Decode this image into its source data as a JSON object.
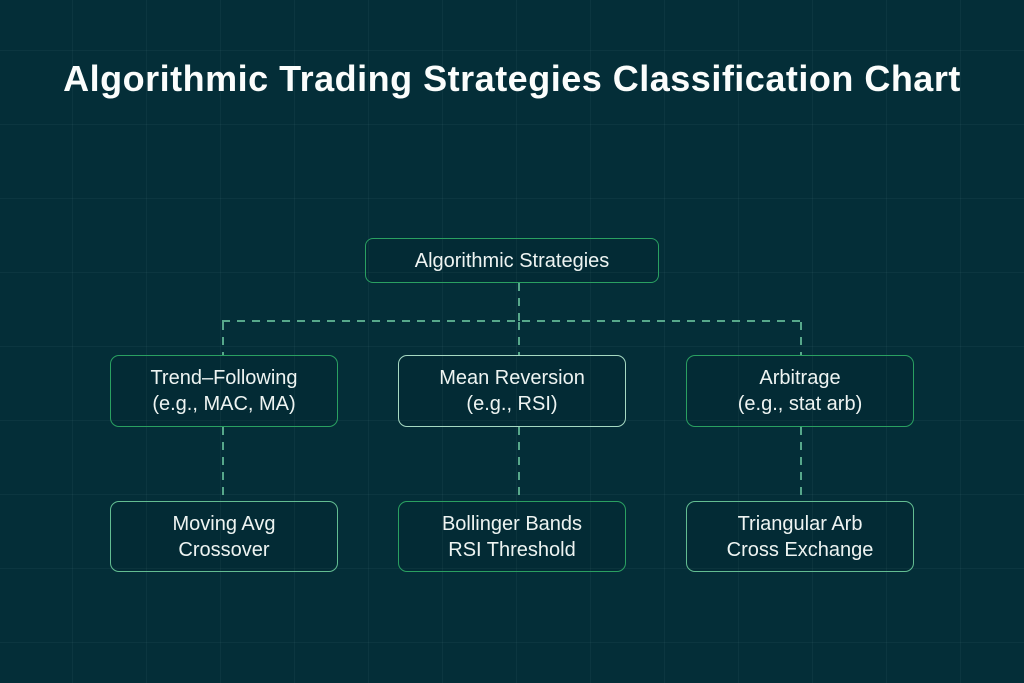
{
  "theme": {
    "background": "#042e38",
    "grid_line": "rgba(150, 200, 200, 0.055)",
    "title_text": "#fbfdfc",
    "text": "#eef4f2",
    "connector": "#57a88b",
    "border_green": "#2aa061"
  },
  "title": {
    "line1": "Algorithmic Trading Strategies",
    "line2": "Classification Chart"
  },
  "chart": {
    "root": {
      "label": "Algorithmic Strategies",
      "border_color": "#2aa061"
    },
    "level2": [
      {
        "line1": "Trend–Following",
        "line2": "(e.g., MAC, MA)",
        "border_color": "#2aa061"
      },
      {
        "line1": "Mean Reversion",
        "line2": "(e.g., RSI)",
        "border_color": "#a6d9c2"
      },
      {
        "line1": "Arbitrage",
        "line2": "(e.g., stat arb)",
        "border_color": "#2aa061"
      }
    ],
    "level3": [
      {
        "line1": "Moving Avg",
        "line2": "Crossover",
        "border_color": "#63bd92"
      },
      {
        "line1": "Bollinger Bands",
        "line2": "RSI Threshold",
        "border_color": "#2aa061"
      },
      {
        "line1": "Triangular Arb",
        "line2": "Cross Exchange",
        "border_color": "#63bd92"
      }
    ]
  }
}
